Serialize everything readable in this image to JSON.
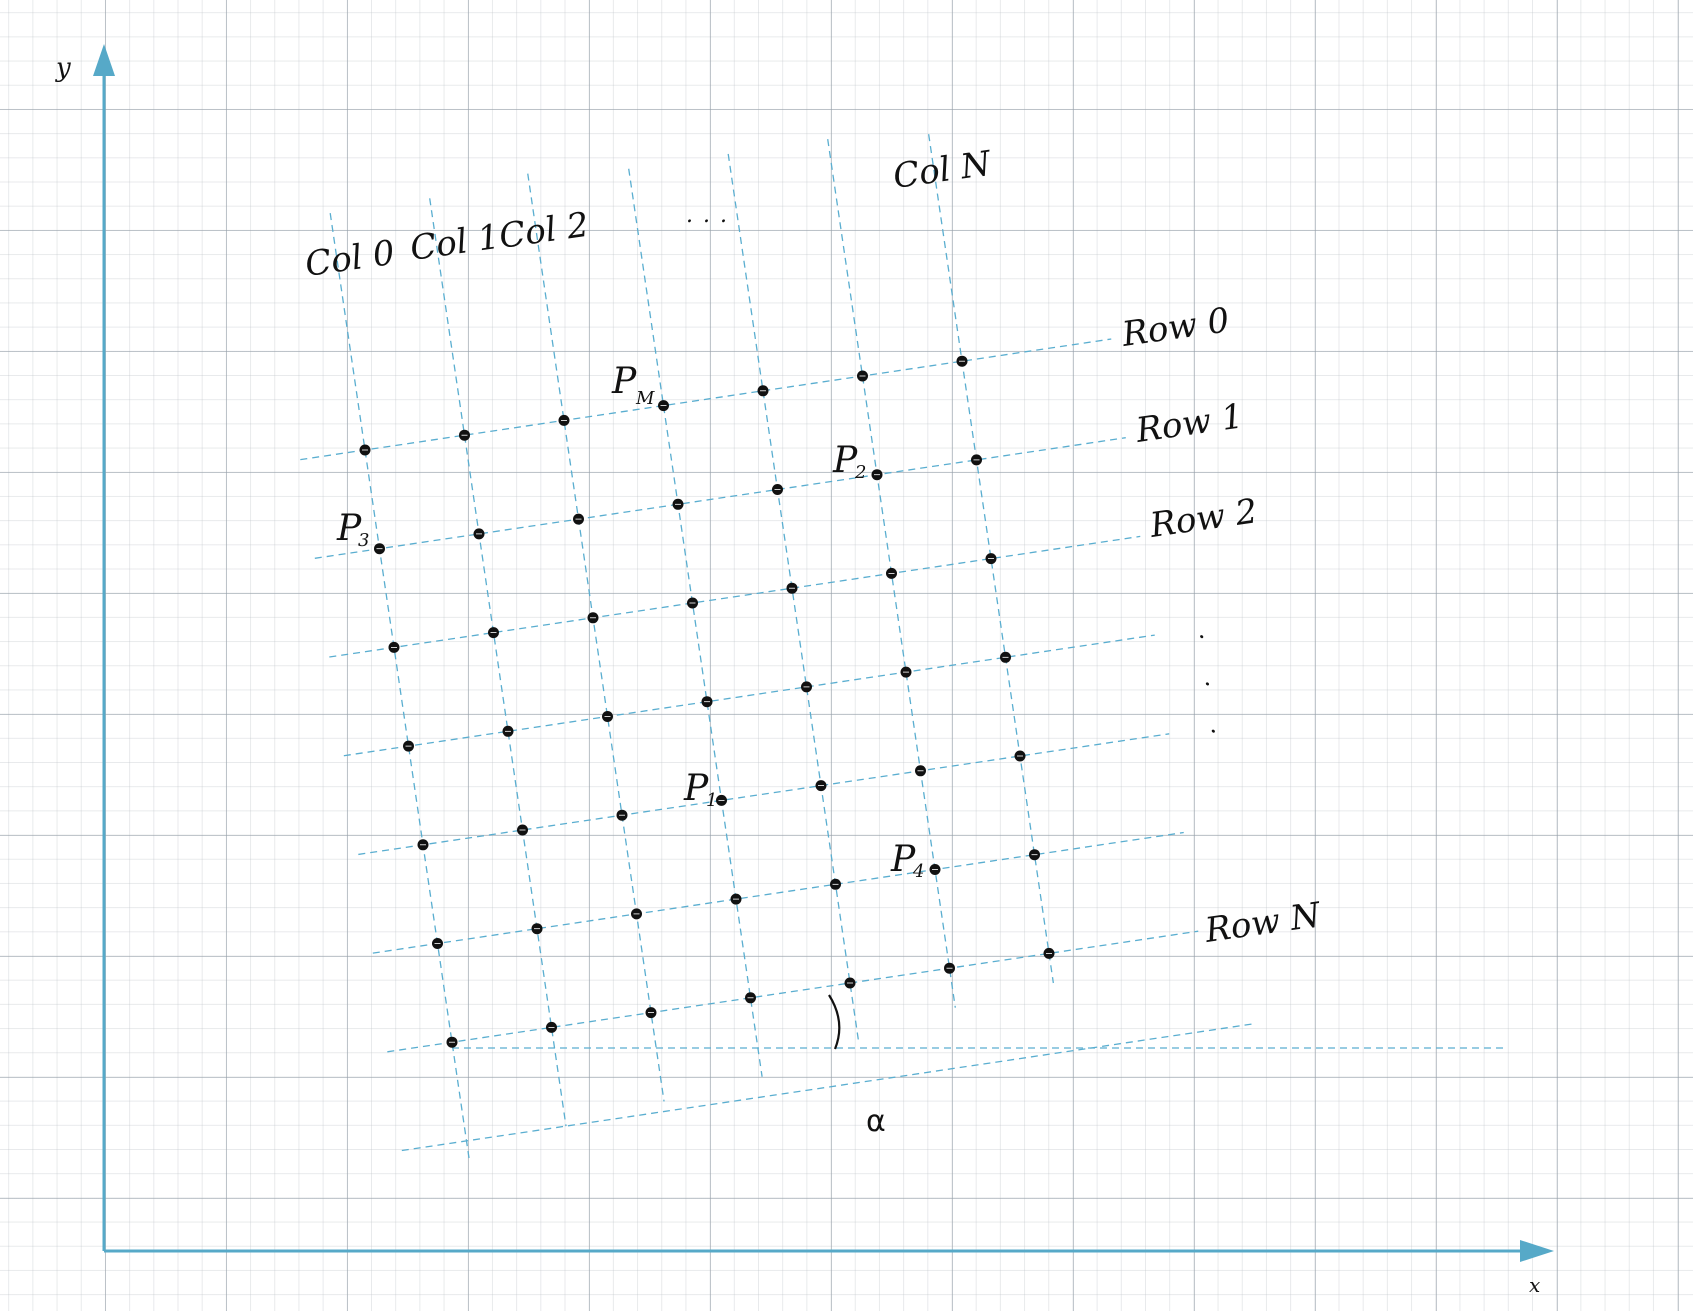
{
  "axes": {
    "x_label": "x",
    "y_label": "y",
    "color": "#56a9c8"
  },
  "grid_line_color": "#5aaed0",
  "point_color": "#111111",
  "column_labels": [
    "Col 0",
    "Col 1",
    "Col 2",
    "Col N"
  ],
  "row_labels": [
    "Row 0",
    "Row 1",
    "Row 2",
    "Row N"
  ],
  "column_ellipsis": "...",
  "row_ellipsis": "...",
  "angle_label": "α",
  "points": [
    {
      "main": "P",
      "sub": "M"
    },
    {
      "main": "P",
      "sub": "2"
    },
    {
      "main": "P",
      "sub": "3"
    },
    {
      "main": "P",
      "sub": "1"
    },
    {
      "main": "P",
      "sub": "4"
    }
  ]
}
